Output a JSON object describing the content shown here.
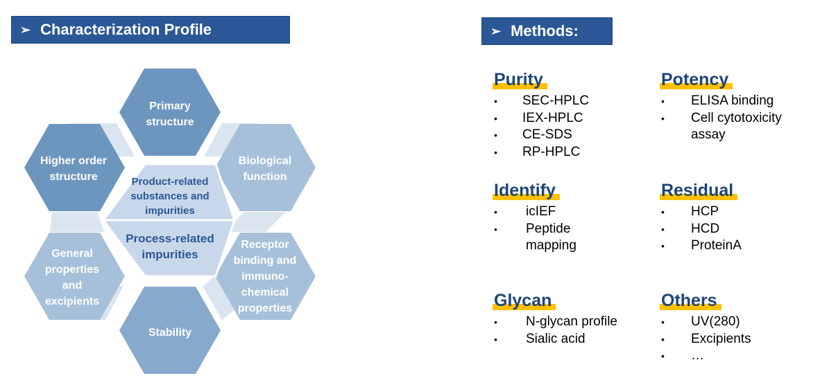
{
  "left_banner": {
    "arrow": "➢",
    "title": "Characterization Profile"
  },
  "right_banner": {
    "arrow": "➢",
    "title": "Methods:"
  },
  "diagram": {
    "hexagons": {
      "primary": [
        "Primary",
        "structure"
      ],
      "biological": [
        "Biological",
        "function"
      ],
      "receptor": [
        "Receptor",
        "binding and",
        "immuno-",
        "chemical",
        "properties"
      ],
      "stability": [
        "Stability"
      ],
      "general": [
        "General",
        "properties",
        "and",
        "excipients"
      ],
      "higher": [
        "Higher order",
        "structure"
      ]
    },
    "center_top": [
      "Product-related",
      "substances and",
      "impurities"
    ],
    "center_bottom": [
      "Process-related",
      "impurities"
    ]
  },
  "methods": {
    "purity": {
      "title": "Purity",
      "items": [
        "SEC-HPLC",
        "IEX-HPLC",
        "CE-SDS",
        "RP-HPLC"
      ]
    },
    "potency": {
      "title": "Potency",
      "items": [
        "ELISA binding",
        "Cell cytotoxicity assay"
      ]
    },
    "identify": {
      "title": "Identify",
      "items": [
        "icIEF",
        "Peptide mapping"
      ]
    },
    "residual": {
      "title": "Residual",
      "items": [
        "HCP",
        "HCD",
        "ProteinA"
      ]
    },
    "glycan": {
      "title": "Glycan",
      "items": [
        "N-glycan profile",
        "Sialic acid"
      ]
    },
    "others": {
      "title": "Others",
      "items": [
        "UV(280)",
        "Excipients",
        "…"
      ]
    }
  },
  "bullet": "•",
  "colors": {
    "banner": "#2b5797",
    "title_text": "#1f4579",
    "highlight": "#ffc000",
    "hex_dark": "#6d96bf",
    "hex_medium": "#87a9cc",
    "hex_light": "#a7c0da",
    "connector": "#dbe5f0",
    "center_fill": "#c8d8ea"
  }
}
